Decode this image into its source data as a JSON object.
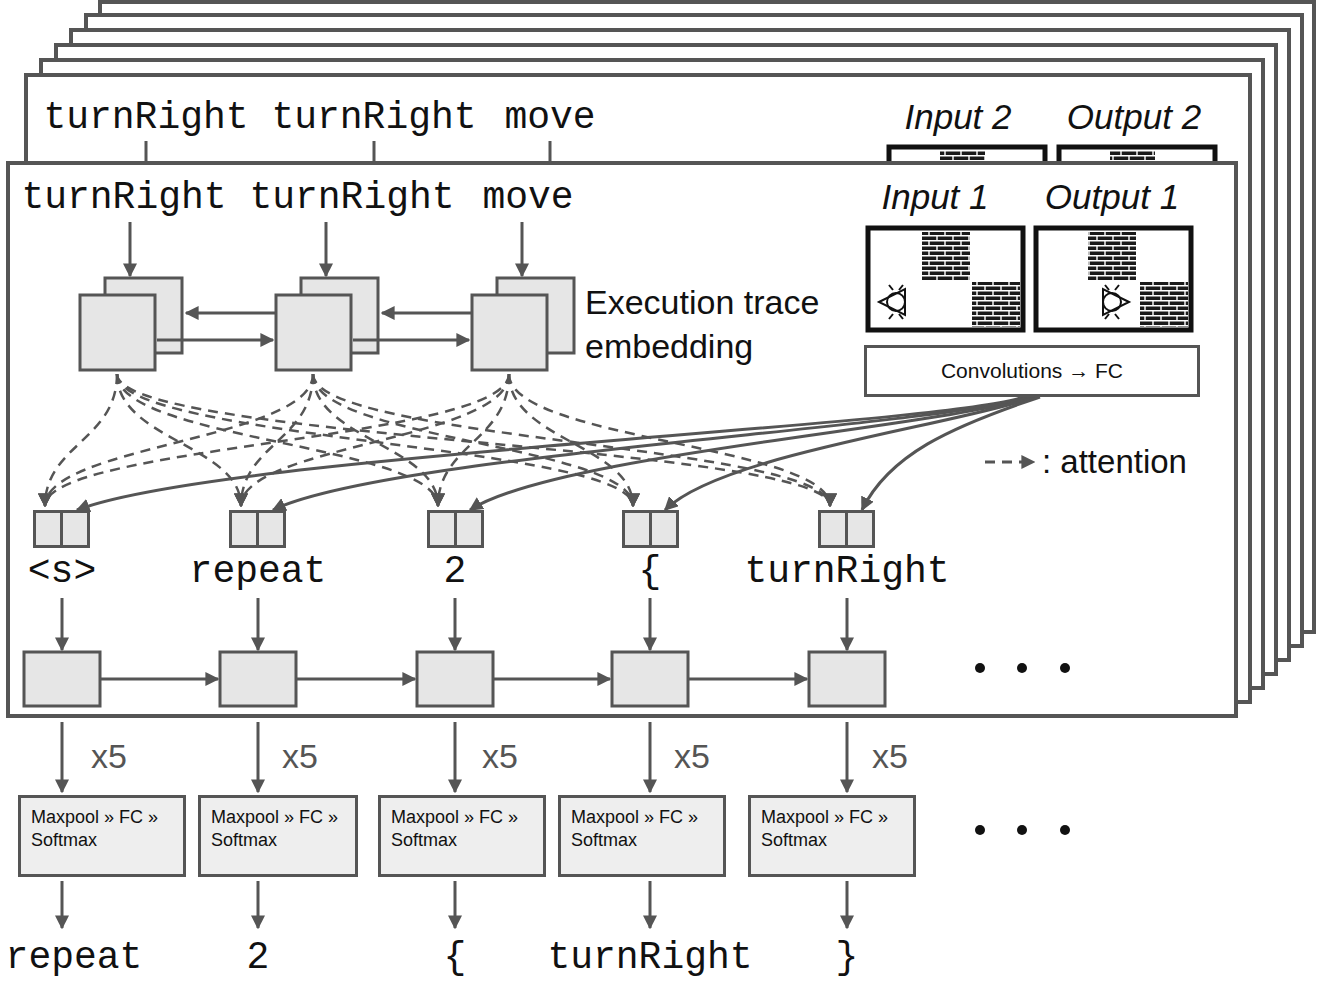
{
  "diagram": {
    "nodes": [
      {
        "text": [
          "Convolutions → FC"
        ]
      },
      {
        "text": [
          "<s>"
        ]
      },
      {
        "text": [
          "repeat"
        ]
      },
      {
        "text": [
          "2"
        ]
      },
      {
        "text": [
          "{"
        ]
      },
      {
        "text": [
          "turnRight"
        ]
      },
      {
        "text": [
          "Maxpool » FC » Softmax"
        ]
      },
      {
        "text": [
          "Maxpool » FC » Softmax"
        ]
      },
      {
        "text": [
          "Maxpool » FC » Softmax"
        ]
      },
      {
        "text": [
          "Maxpool » FC » Softmax"
        ]
      },
      {
        "text": [
          "Maxpool » FC » Softmax"
        ]
      }
    ],
    "edges": [
      {
        "from": 0,
        "to": 1,
        "arrow": "to"
      },
      {
        "from": 0,
        "to": 2,
        "arrow": "to"
      },
      {
        "from": 0,
        "to": 3,
        "arrow": "to"
      },
      {
        "from": 0,
        "to": 4,
        "arrow": "to"
      },
      {
        "from": 0,
        "to": 5,
        "arrow": "to"
      }
    ],
    "labels": [
      "turnRight",
      "turnRight",
      "move",
      "Input 2",
      "Output 2",
      "turnRight",
      "turnRight",
      "move",
      "Execution trace embedding",
      "Input 1",
      "Output 1",
      "x5",
      "x5",
      "x5",
      "x5",
      "x5",
      "repeat",
      "2",
      "{",
      "turnRight",
      "}"
    ],
    "legend": [
      {
        "text": ": attention"
      }
    ]
  }
}
